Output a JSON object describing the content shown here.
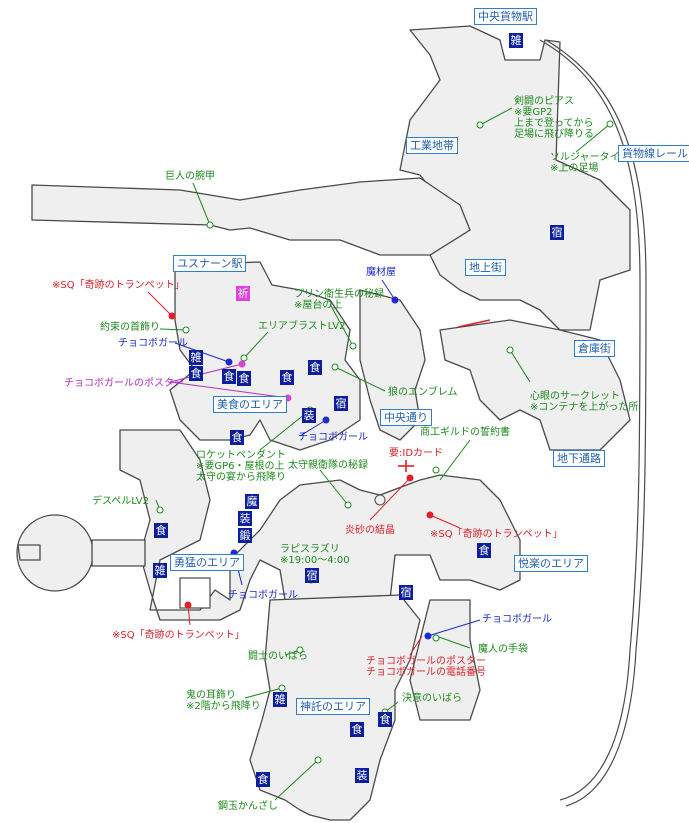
{
  "areas": {
    "central_freight_station": "中央貨物駅",
    "industrial_zone": "工業地帯",
    "freight_rail": "貨物線レール",
    "yusnaan_station": "ユスナーン駅",
    "ground_street": "地上街",
    "warehouse_street": "倉庫街",
    "gourmet_area": "美食のエリア",
    "central_street": "中央通り",
    "underground_passage": "地下通路",
    "brave_area": "勇猛のエリア",
    "pleasure_area": "悦楽のエリア",
    "oracle_area": "神託のエリア"
  },
  "shop_icons": {
    "misc": "雑",
    "inn": "宿",
    "food": "食",
    "armor": "装",
    "magic": "魔",
    "gauge": "鍛",
    "prayer": "祈"
  },
  "labels": {
    "sword_pierce": "剣闘のピアス\n※要GP2\n上まで登ってから\n足場に飛び降りる",
    "soldier_tie": "ソルジャータイ\n※上の足場",
    "giant_arm": "巨人の腕甲",
    "sq_trumpet_nw": "※SQ「奇跡のトランペット」",
    "promised_ring": "約束の首飾り",
    "chocobo_girl_w": "チョコボガール",
    "chocobo_poster": "チョコボガールのポスター",
    "prin_secret": "プリン衛生兵の秘録\n※屋台の上",
    "area_blast": "エリアブラストLV2",
    "magic_shop": "魔材屋",
    "wolf_emblem": "狼のエンブレム",
    "chocobo_girl_c": "チョコボガール",
    "merchant_pledge": "商工ギルドの誓約書",
    "need_id": "要:IDカード",
    "heart_secret": "心眼のサークレット\n※コンテナを上がった所",
    "rocket_pendant": "ロケットペンダント\n※要GP6・屋根の上\n太守の宴から飛降り",
    "guard_secret": "太守親衛隊の秘録",
    "despell": "デスペルLV2",
    "flame_crystal": "炎砂の結晶",
    "sq_trumpet_e": "※SQ「奇跡のトランペット」",
    "lapis": "ラピスラズリ\n※19:00～4:00",
    "chocobo_girl_brave": "チョコボガール",
    "sq_trumpet_sw": "※SQ「奇跡のトランペット」",
    "chocobo_girl_e": "チョコボガール",
    "demon_gloves": "魔人の手袋",
    "chocobo_phone": "チョコボガールのポスター\nチョコボガールの電話番号",
    "fighter_thorn": "闘士のいばら",
    "demon_earring": "鬼の耳飾り\n※2階から飛降り",
    "resolve_thorn": "決意のいばら",
    "steel_hairpin": "鋼玉かんざし"
  },
  "colors": {
    "floor": "#efefef",
    "wall": "#4a4a4a",
    "shop": "#0b1f9e",
    "prayer": "#e040e0",
    "item": "#1c8a1c",
    "npc": "#1b2bd0",
    "quest": "#e0202a",
    "poster": "#b030c0",
    "area_border": "#2f7fd0"
  }
}
